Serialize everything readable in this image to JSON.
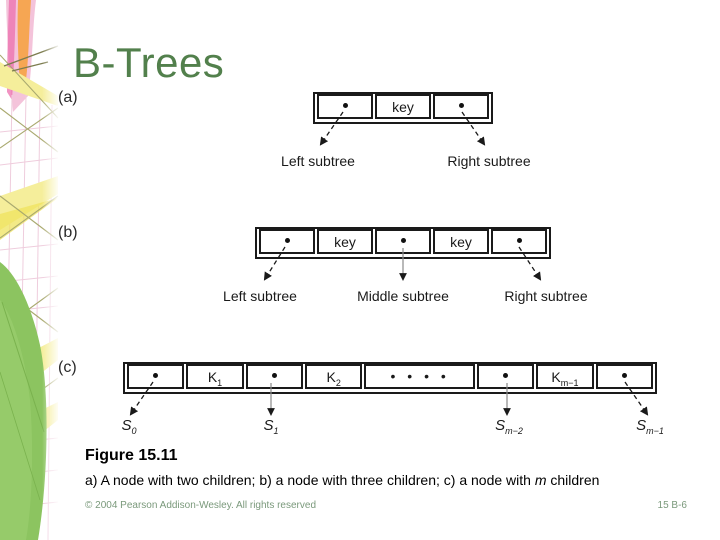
{
  "slide": {
    "title": "B-Trees"
  },
  "figure": {
    "panel_a": {
      "label": "(a)",
      "key": "key",
      "left_subtree": "Left subtree",
      "right_subtree": "Right subtree"
    },
    "panel_b": {
      "label": "(b)",
      "key1": "key",
      "key2": "key",
      "left_subtree": "Left subtree",
      "middle_subtree": "Middle subtree",
      "right_subtree": "Right subtree"
    },
    "panel_c": {
      "label": "(c)",
      "k1": {
        "base": "K",
        "sub": "1"
      },
      "k2": {
        "base": "K",
        "sub": "2"
      },
      "km1": {
        "base": "K",
        "sub": "m−1"
      },
      "ellipsis": "• • • •",
      "s0": {
        "base": "S",
        "sub": "0"
      },
      "s1": {
        "base": "S",
        "sub": "1"
      },
      "sm2": {
        "base": "S",
        "sub": "m−2"
      },
      "sm1": {
        "base": "S",
        "sub": "m−1"
      }
    }
  },
  "caption": {
    "figure_label": "Figure 15.11",
    "before_m": "a) A node with two children; b) a node with three children; c) a node with ",
    "m": "m",
    "after_m": " children"
  },
  "footer": {
    "copyright": "© 2004 Pearson Addison-Wesley. All rights reserved",
    "page": "15 B-6"
  },
  "colors": {
    "title_green": "#52804c",
    "footer_green": "#7a997b",
    "figure_line": "#1a1a1a"
  }
}
